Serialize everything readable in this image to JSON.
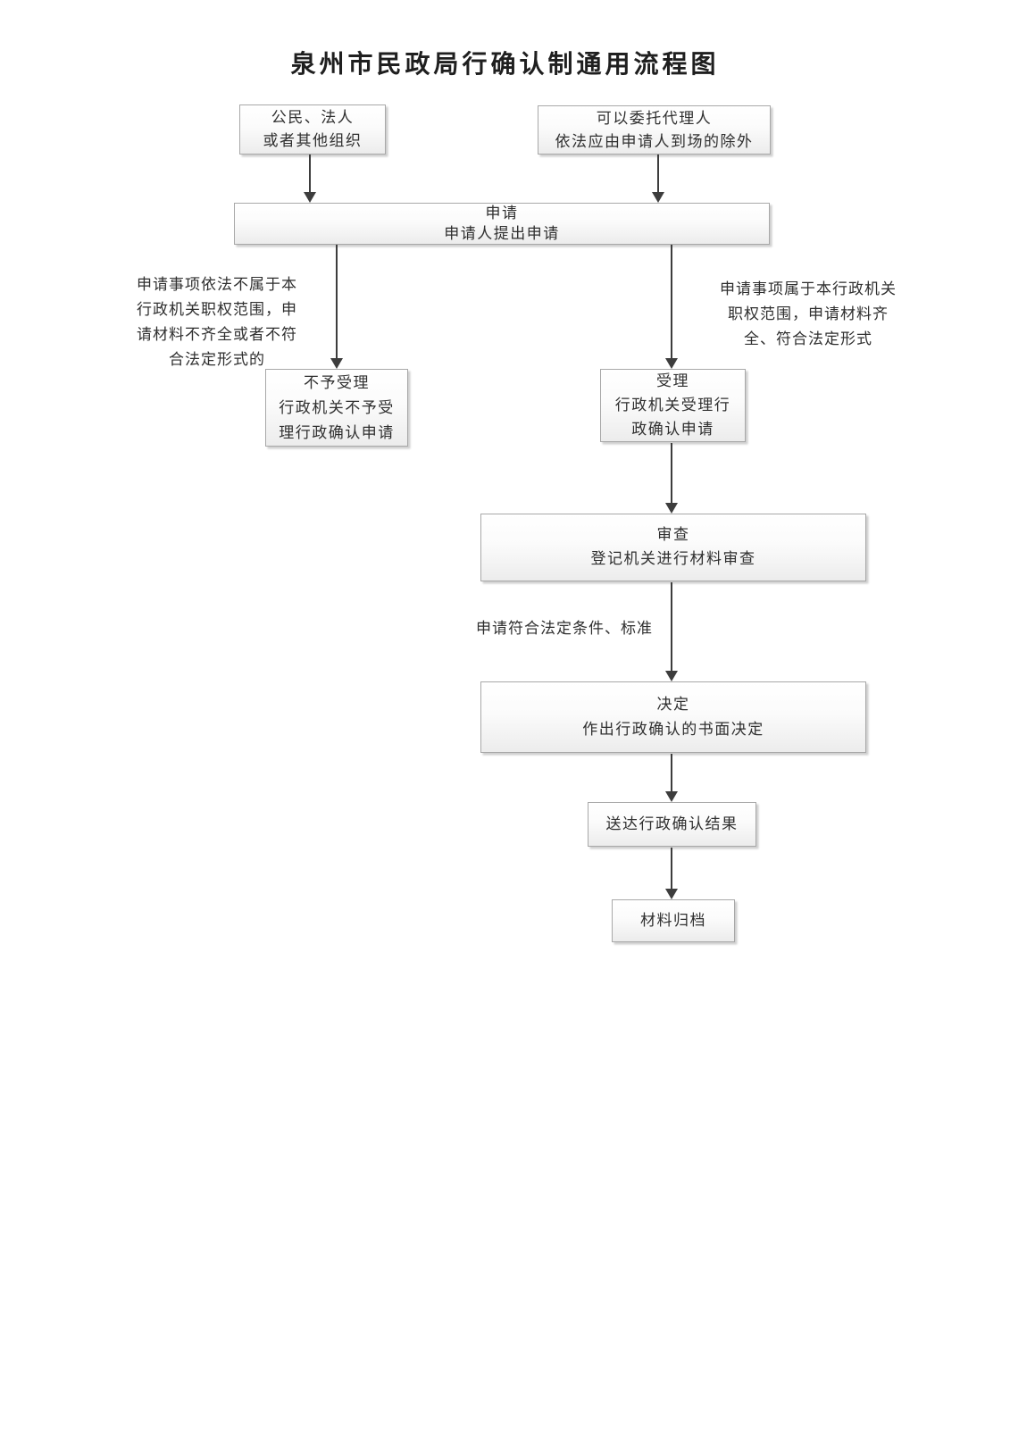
{
  "page": {
    "title": "泉州市民政局行确认制通用流程图",
    "background_color": "#ffffff",
    "line_color": "#3d3d3d",
    "box_border_color": "#a8a8a8",
    "box_fill_top": "#ffffff",
    "box_fill_bottom": "#ececec"
  },
  "nodes": {
    "applicant": {
      "text": "公民、法人\n或者其他组织"
    },
    "agent": {
      "text": "可以委托代理人\n依法应由申请人到场的除外"
    },
    "apply": {
      "title": "申请",
      "desc": "申请人提出申请"
    },
    "reject": {
      "title": "不予受理",
      "desc": "行政机关不予受\n理行政确认申请"
    },
    "accept": {
      "title": "受理",
      "desc": "行政机关受理行\n政确认申请"
    },
    "review": {
      "title": "审查",
      "desc": "登记机关进行材料审查"
    },
    "decision": {
      "title": "决定",
      "desc": "作出行政确认的书面决定"
    },
    "deliver": {
      "text": "送达行政确认结果"
    },
    "archive": {
      "text": "材料归档"
    }
  },
  "edge_labels": {
    "reject_condition": "申请事项依法不属于本\n行政机关职权范围，申\n请材料不齐全或者不符\n合法定形式的",
    "accept_condition": "申请事项属于本行政机关\n职权范围，申请材料齐\n全、符合法定形式",
    "decision_condition": "申请符合法定条件、标准"
  }
}
